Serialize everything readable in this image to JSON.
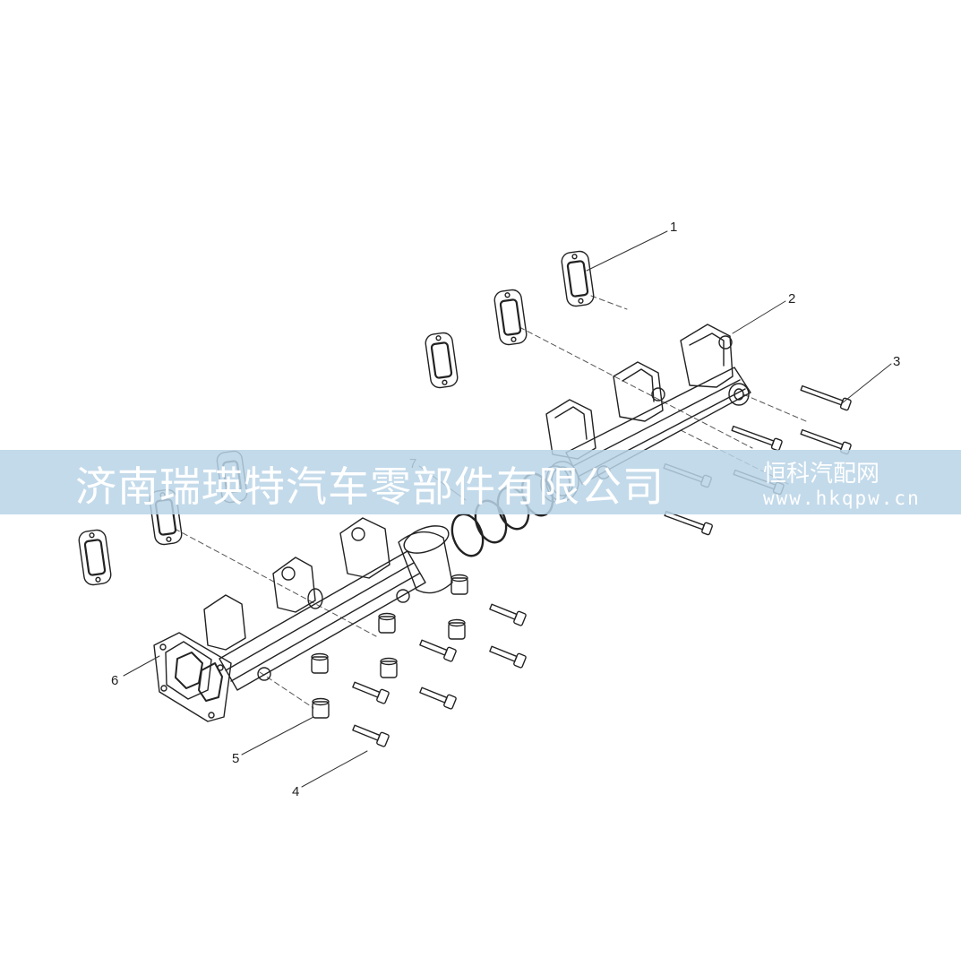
{
  "callouts": [
    {
      "label": "1"
    },
    {
      "label": "2"
    },
    {
      "label": "3"
    },
    {
      "label": "4"
    },
    {
      "label": "5"
    },
    {
      "label": "6"
    },
    {
      "label": "7"
    }
  ],
  "watermark": {
    "main_text": "济南瑞瑛特汽车零部件有限公司",
    "brand_text": "恒科汽配网",
    "url_text": "www.hkqpw.cn",
    "color": "#b9d4e6"
  }
}
